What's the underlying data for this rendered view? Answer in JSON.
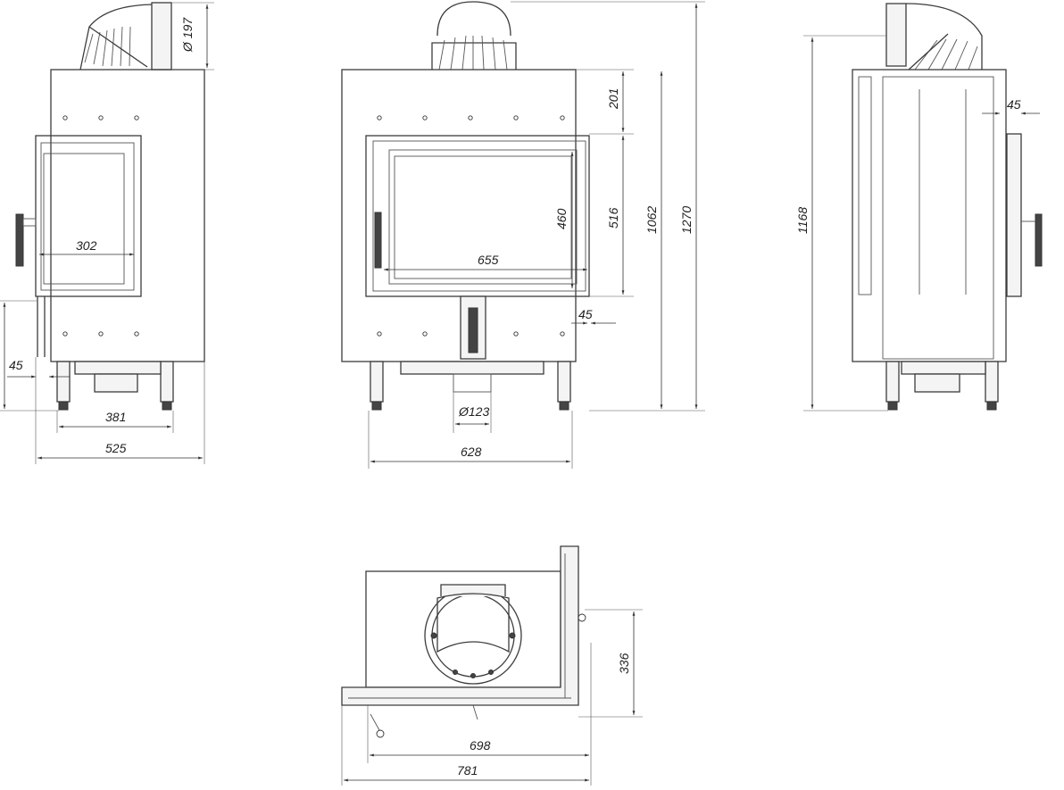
{
  "diagram": {
    "front_left_view": {
      "flue_diameter": "Ø 197",
      "door_glass_width": "302",
      "door_height_from_floor": "45",
      "leg_spacing": "381",
      "total_width": "525"
    },
    "front_view": {
      "top_to_door": "201",
      "door_height": "516",
      "glass_height": "460",
      "glass_width": "655",
      "total_height_body": "1062",
      "total_height": "1270",
      "door_offset": "45",
      "air_inlet_diameter": "Ø123",
      "total_width": "628"
    },
    "side_view": {
      "flue_height": "1168",
      "door_depth": "45"
    },
    "top_view": {
      "depth": "336",
      "width_body": "698",
      "width_total": "781"
    }
  }
}
